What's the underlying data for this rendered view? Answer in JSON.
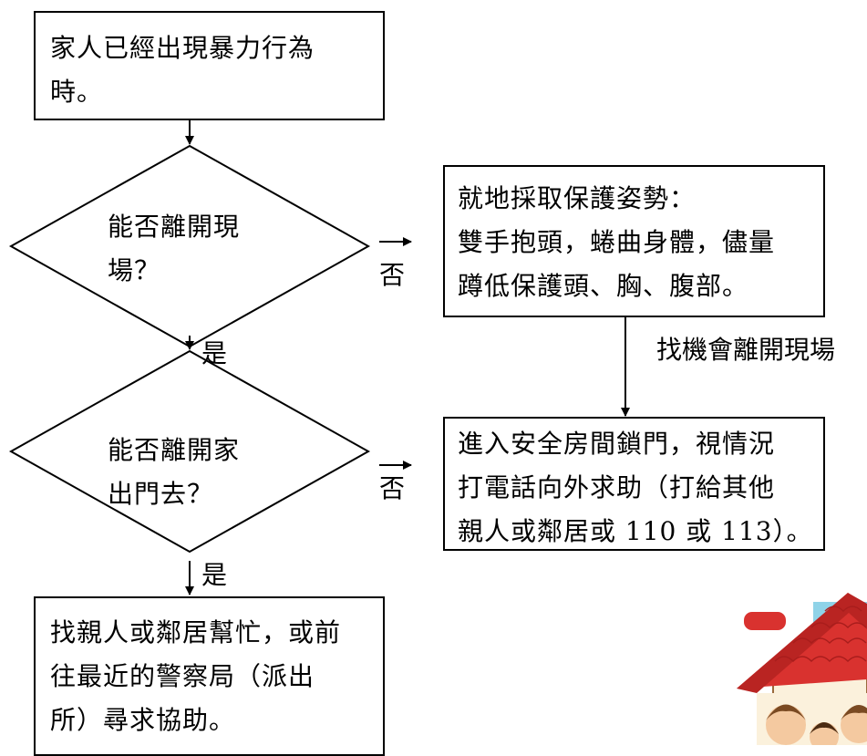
{
  "start_box": {
    "lines": [
      "家人已經出現暴力行為",
      "時。"
    ]
  },
  "decision1": {
    "lines": [
      "能否離開現",
      "場？"
    ]
  },
  "decision2": {
    "lines": [
      "能否離開家",
      "出門去？"
    ]
  },
  "protect_box": {
    "lines": [
      "就地採取保護姿勢：",
      "雙手抱頭，蜷曲身體，儘量",
      "蹲低保護頭、胸、腹部。"
    ]
  },
  "safe_room_box": {
    "lines": [
      "進入安全房間鎖門，視情況",
      "打電話向外求助（打給其他",
      "親人或鄰居或 110 或 113）。"
    ]
  },
  "help_box": {
    "lines": [
      "找親人或鄰居幫忙，或前",
      "往最近的警察局（派出",
      "所）尋求協助。"
    ]
  },
  "labels": {
    "no1": "否",
    "no2": "否",
    "yes1": "是",
    "yes2": "是",
    "find_chance": "找機會離開現場"
  }
}
